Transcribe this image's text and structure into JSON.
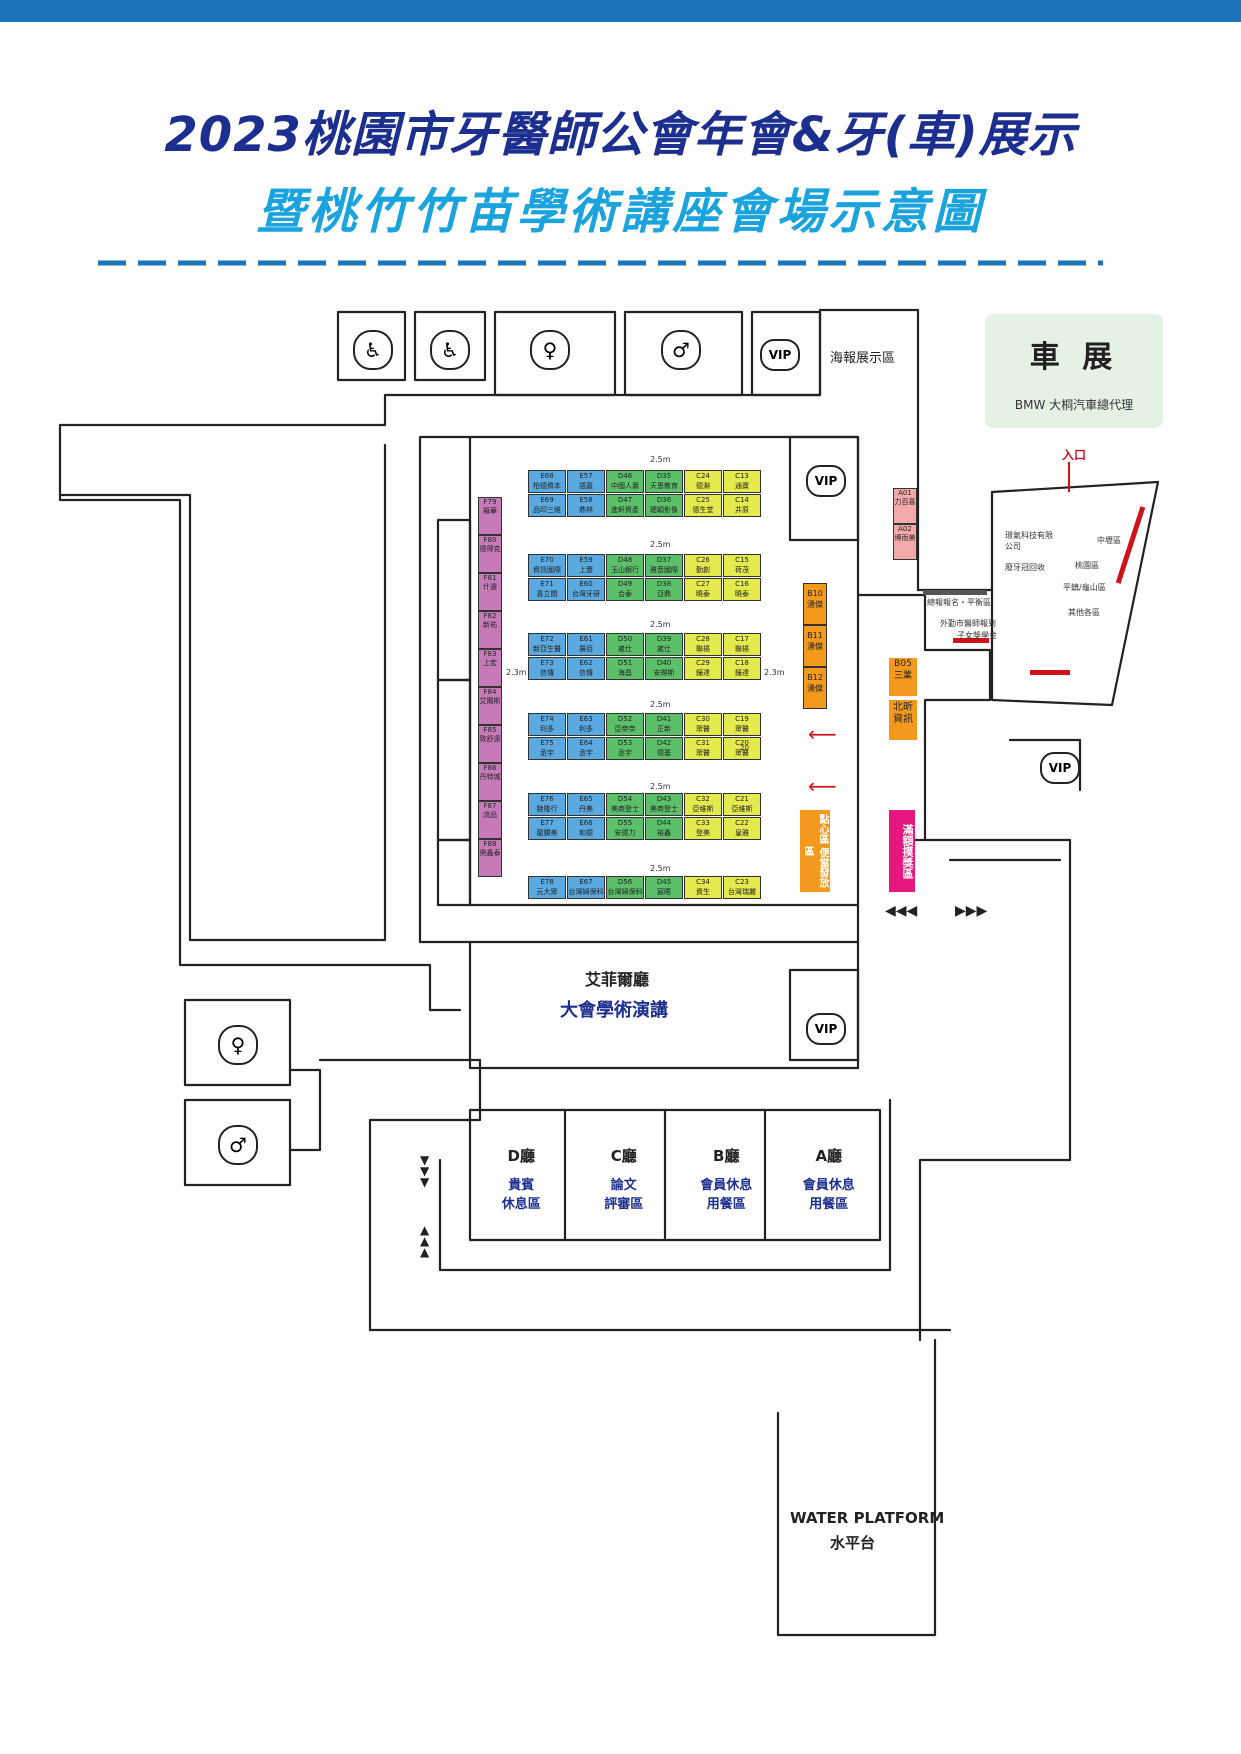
{
  "title": {
    "line1": "2023桃園市牙醫師公會年會&牙(車)展示",
    "line2": "暨桃竹竹苗學術講座會場示意圖"
  },
  "colors": {
    "topbar": "#1a72b8",
    "title1": "#1c2f8f",
    "title2": "#1aa3dd",
    "booth_blue": "#5aa9e0",
    "booth_green": "#5cc06a",
    "booth_yellow": "#e4ea4e",
    "booth_purple": "#c77ab8",
    "booth_orange": "#f39a1e",
    "booth_pink": "#e6177f",
    "car_bg": "#e4f1e4",
    "red": "#d0121b"
  },
  "car_show": {
    "title": "車 展",
    "subtitle": "BMW 大桐汽車總代理"
  },
  "labels": {
    "poster_area": "海報展示區",
    "entrance": "入口",
    "vip": "VIP",
    "aisle": "2.5m",
    "side_gap": "2.3m",
    "eiffel_hall": "艾菲爾廳",
    "eiffel_sub": "大會學術演講",
    "snack": "點心區",
    "lunch": "便當發放區",
    "reward": "滿額摸獎區",
    "water_en": "WATER PLATFORM",
    "water_zh": "水平台",
    "outlet_num": "20"
  },
  "halls": [
    {
      "name": "D廳",
      "l1": "貴賓",
      "l2": "休息區"
    },
    {
      "name": "C廳",
      "l1": "論文",
      "l2": "評審區"
    },
    {
      "name": "B廳",
      "l1": "會員休息",
      "l2": "用餐區"
    },
    {
      "name": "A廳",
      "l1": "會員休息",
      "l2": "用餐區"
    }
  ],
  "booth_rows": [
    {
      "top": [
        [
          "E68",
          "柏德資本"
        ],
        [
          "E57",
          "語嘉"
        ],
        [
          "D46",
          "中國人壽"
        ],
        [
          "D35",
          "天恩教育"
        ],
        [
          "C24",
          "德淵"
        ],
        [
          "C13",
          "通寶"
        ]
      ],
      "bottom": [
        [
          "E69",
          "品印三維"
        ],
        [
          "E58",
          "鼎林"
        ],
        [
          "D47",
          "進軒資產"
        ],
        [
          "D36",
          "聰穎影像"
        ],
        [
          "C25",
          "德生堂"
        ],
        [
          "C14",
          "井原"
        ]
      ]
    },
    {
      "top": [
        [
          "E70",
          "資訊國際"
        ],
        [
          "E59",
          "上豐"
        ],
        [
          "D48",
          "玉山銀行"
        ],
        [
          "D37",
          "雅音國際"
        ],
        [
          "C26",
          "勤創"
        ],
        [
          "C15",
          "荷茂"
        ]
      ],
      "bottom": [
        [
          "E71",
          "喜立間"
        ],
        [
          "E60",
          "台灣牙研"
        ],
        [
          "D49",
          "合泰"
        ],
        [
          "D38",
          "亞鼎"
        ],
        [
          "C27",
          "曉泰"
        ],
        [
          "C16",
          "曉泰"
        ]
      ]
    },
    {
      "top": [
        [
          "E72",
          "新亞生醫"
        ],
        [
          "E61",
          "展佰"
        ],
        [
          "D50",
          "崴仕"
        ],
        [
          "D39",
          "崴仕"
        ],
        [
          "C28",
          "聯揚"
        ],
        [
          "C17",
          "聯揚"
        ]
      ],
      "bottom": [
        [
          "E73",
          "信傳"
        ],
        [
          "E62",
          "信傳"
        ],
        [
          "D51",
          "海昌"
        ],
        [
          "D40",
          "安得斯"
        ],
        [
          "C29",
          "鐘達"
        ],
        [
          "C18",
          "鐘達"
        ]
      ]
    },
    {
      "top": [
        [
          "E74",
          "利多"
        ],
        [
          "E63",
          "利多"
        ],
        [
          "D52",
          "亞帝奈"
        ],
        [
          "D41",
          "正新"
        ],
        [
          "C30",
          "眾醫"
        ],
        [
          "C19",
          "眾醫"
        ]
      ],
      "bottom": [
        [
          "E75",
          "丞宇"
        ],
        [
          "E64",
          "丞宇"
        ],
        [
          "D53",
          "丞宇"
        ],
        [
          "D42",
          "德基"
        ],
        [
          "C31",
          "眾醫"
        ],
        [
          "C20",
          "眾醫"
        ]
      ]
    },
    {
      "top": [
        [
          "E76",
          "馳隆行"
        ],
        [
          "E65",
          "丹美"
        ],
        [
          "D54",
          "美商登士"
        ],
        [
          "D43",
          "美商登士"
        ],
        [
          "C32",
          "亞維斯"
        ],
        [
          "C21",
          "亞維斯"
        ]
      ],
      "bottom": [
        [
          "E77",
          "龍鑽美"
        ],
        [
          "E66",
          "和德"
        ],
        [
          "D55",
          "安德力"
        ],
        [
          "D44",
          "裕鑫"
        ],
        [
          "C33",
          "登美"
        ],
        [
          "C22",
          "皇雅"
        ]
      ]
    },
    {
      "top": [
        [
          "E78",
          "元大眾"
        ],
        [
          "E67",
          "台灣婦保科"
        ],
        [
          "D56",
          "台灣婦保科"
        ],
        [
          "D45",
          "宸晤"
        ],
        [
          "C34",
          "資生"
        ],
        [
          "C23",
          "台灣瑞麗"
        ]
      ],
      "bottom": []
    }
  ],
  "purple_booths": [
    [
      "F79",
      "羅華"
    ],
    [
      "F80",
      "德得克"
    ],
    [
      "F81",
      "什選"
    ],
    [
      "F82",
      "新祐"
    ],
    [
      "F83",
      "上宏"
    ],
    [
      "F84",
      "艾爾斯"
    ],
    [
      "F85",
      "致舒遠"
    ],
    [
      "F86",
      "丹特城"
    ],
    [
      "F87",
      "流品"
    ],
    [
      "F88",
      "奧鑫泰"
    ]
  ],
  "orange_booths": [
    [
      "B10",
      "湧傑"
    ],
    [
      "B11",
      "湧傑"
    ],
    [
      "B12",
      "湧傑"
    ]
  ],
  "orange_booth2": {
    "code": "B05",
    "name": "三業"
  },
  "orange_booth3": {
    "name": "北昕資訊"
  },
  "pink_booths": [
    [
      "A01",
      "力百喜"
    ],
    [
      "A02",
      "博而美"
    ]
  ],
  "car_area_labels": {
    "company": "璟氣科技有限公司",
    "recycle": "廢牙冠回收",
    "zhongli": "中壢區",
    "guanyin": "桃園區",
    "pingzhen": "平鎮/龜山區",
    "others": "其他各區",
    "register": "總報報名・平衡區",
    "wai_zhi": "外勤市醫師報到",
    "women": "子女獎學金"
  }
}
